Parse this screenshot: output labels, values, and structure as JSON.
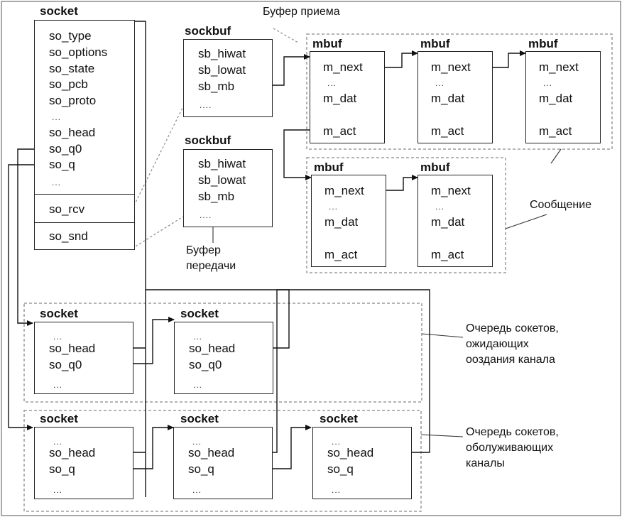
{
  "labels": {
    "rcv_buffer": "Буфер приема",
    "snd_buffer": [
      "Буфер",
      "передачи"
    ],
    "message": "Сообщение",
    "queue0": [
      "Очередь сокетов,",
      "ожидающих",
      "ооздания канала"
    ],
    "queue": [
      "Очередь сокетов,",
      "оболуживающих",
      "каналы"
    ]
  },
  "main_socket": {
    "title": "socket",
    "fields": [
      "so_type",
      "so_options",
      "so_state",
      "so_pcb",
      "so_proto",
      "...",
      "so_head",
      "so_q0",
      "so_q",
      "..."
    ],
    "rcv": "so_rcv",
    "snd": "so_snd"
  },
  "sockbuf_rcv": {
    "title": "sockbuf",
    "fields": [
      "sb_hiwat",
      "sb_lowat",
      "sb_mb",
      "...."
    ]
  },
  "sockbuf_snd": {
    "title": "sockbuf",
    "fields": [
      "sb_hiwat",
      "sb_lowat",
      "sb_mb",
      "...."
    ]
  },
  "mbuf_title": "mbuf",
  "mbuf_fields": [
    "m_next",
    "...",
    "m_dat",
    "m_act"
  ],
  "sock_q0": {
    "title": "socket",
    "fields": [
      "...",
      "so_head",
      "so_q0",
      "..."
    ]
  },
  "sock_q": {
    "title": "socket",
    "fields": [
      "...",
      "so_head",
      "so_q",
      "..."
    ]
  }
}
